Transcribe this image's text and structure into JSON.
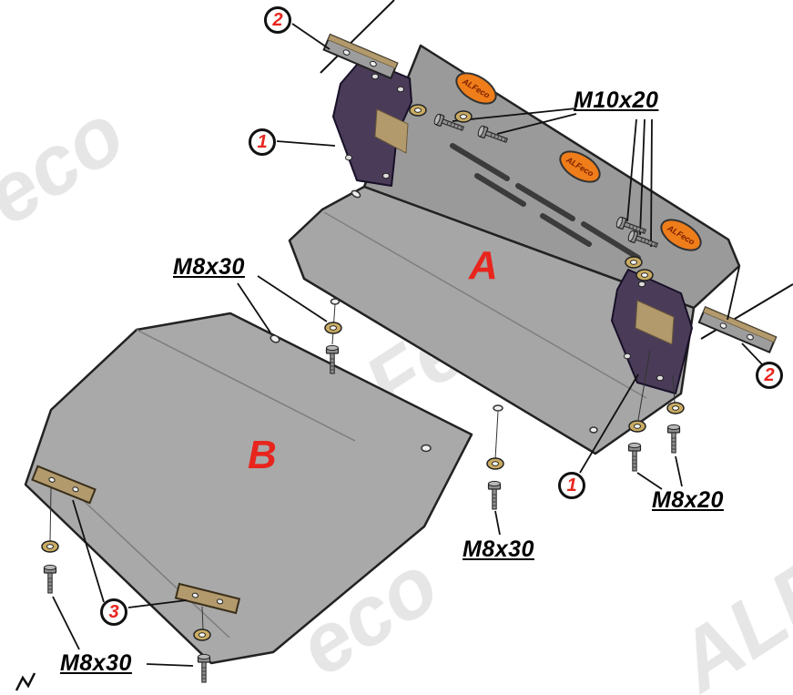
{
  "diagram": {
    "watermark": {
      "full": "ALFeco",
      "part_eco": "eco",
      "part_alf": "ALF"
    },
    "plates": {
      "a": "A",
      "b": "B"
    },
    "labels": {
      "m10x20": "M10x20",
      "m8x30_left": "M8x30",
      "m8x20_right": "M8x20",
      "m8x30_center": "M8x30",
      "m8x30_bottom": "M8x30"
    },
    "callouts": {
      "top_bar": "2",
      "left_bracket": "1",
      "right_bar": "2",
      "right_bracket": "1",
      "clamp_bars": "3"
    },
    "badge_text": "ALFeco",
    "icons": {
      "badge": "alfeco-badge-icon",
      "corner_mark": "corner-scribble-icon"
    },
    "colors": {
      "plate": "#a6a6a6",
      "flange": "#9a9a9a",
      "bracket": "#4a3c58",
      "bar": "#b39a6d",
      "badge": "#ef7d1a",
      "accent_red": "#e8251d",
      "outline": "#222222",
      "watermark": "#cccccc",
      "washer": "#c9ab62"
    }
  }
}
